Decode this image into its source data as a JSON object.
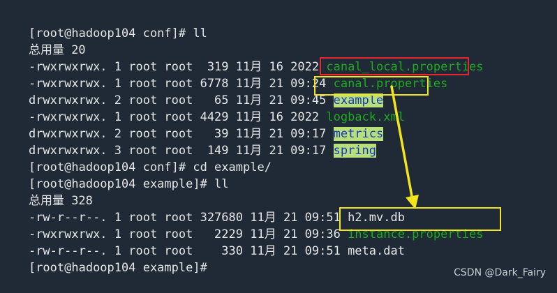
{
  "terminal": {
    "lines": [
      {
        "prefix": "[root@hadoop104 conf]# ll",
        "name": ""
      },
      {
        "prefix": "总用量 20",
        "name": ""
      },
      {
        "prefix": "-rwxrwxrwx. 1 root root  319 11月 16 2022 ",
        "name": "canal_local.properties"
      },
      {
        "prefix": "-rwxrwxrwx. 1 root root 6778 11月 21 09:24 ",
        "name": "canal.properties"
      },
      {
        "prefix": "drwxrwxrwx. 2 root root   65 11月 21 09:45 ",
        "name": "example"
      },
      {
        "prefix": "-rwxrwxrwx. 1 root root 4429 11月 16 2022 ",
        "name": "logback.xml"
      },
      {
        "prefix": "drwxrwxrwx. 2 root root   39 11月 21 09:17 ",
        "name": "metrics"
      },
      {
        "prefix": "drwxrwxrwx. 3 root root  149 11月 21 09:17 ",
        "name": "spring"
      },
      {
        "prefix": "[root@hadoop104 conf]# cd example/",
        "name": ""
      },
      {
        "prefix": "[root@hadoop104 example]# ll",
        "name": ""
      },
      {
        "prefix": "总用量 328",
        "name": ""
      },
      {
        "prefix": "-rw-r--r--. 1 root root 327680 11月 21 09:51 ",
        "name": "h2.mv.db"
      },
      {
        "prefix": "-rwxrwxrwx. 1 root root   2229 11月 21 09:36 ",
        "name": "instance.properties"
      },
      {
        "prefix": "-rw-r--r--. 1 root root    330 11月 21 09:51 ",
        "name": "meta.dat"
      },
      {
        "prefix": "[root@hadoop104 example]#",
        "name": ""
      }
    ]
  },
  "watermark": "CSDN @Dark_Fairy",
  "colors": {
    "background": "#1f2a36",
    "text": "#e6e6e6",
    "file_green": "#1faa1f",
    "dir_text": "#1836c8",
    "dir_highlight": "#b7e07a",
    "box_red": "#e8262d",
    "box_yellow": "#f2e51a"
  }
}
